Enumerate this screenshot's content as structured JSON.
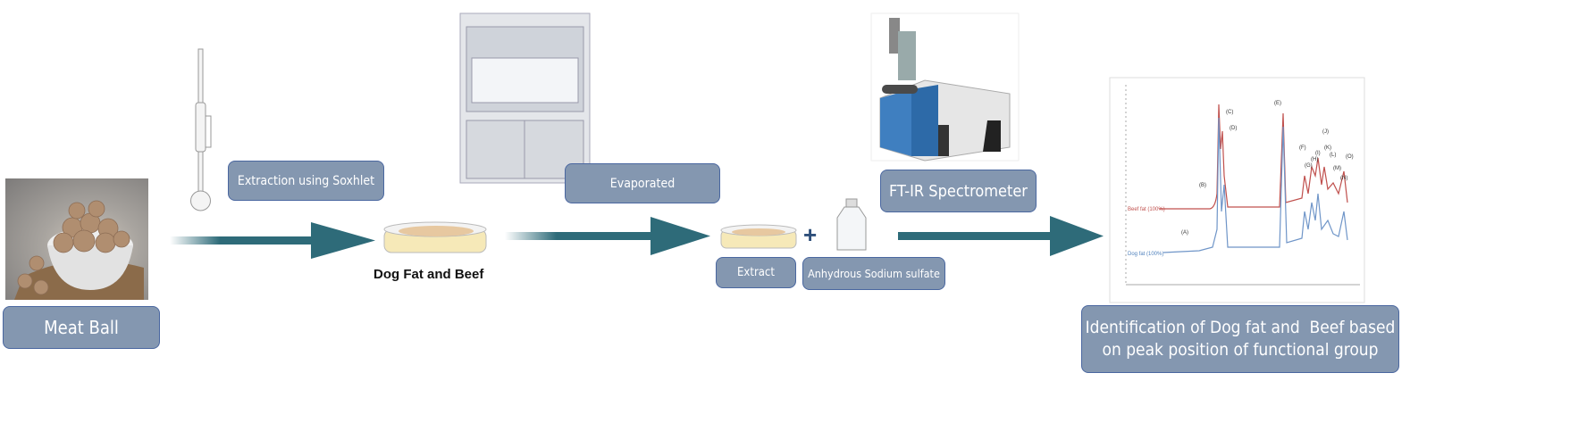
{
  "steps": {
    "meatball": {
      "label": "Meat Ball"
    },
    "extraction": {
      "label": "Extraction using Soxhlet"
    },
    "sample": {
      "label": "Dog Fat and Beef"
    },
    "evaporated": {
      "label": "Evaporated"
    },
    "extract": {
      "label": "Extract"
    },
    "drying_agent": {
      "label": "Anhydrous Sodium sulfate"
    },
    "spectrometer": {
      "label": "FT-IR Spectrometer"
    },
    "result": {
      "line1": "Identification of Dog fat and  Beef based",
      "line2": "on peak position of functional group"
    }
  },
  "plus_sign": "+",
  "spectrum": {
    "series": [
      {
        "name": "Beef fat (100%)",
        "color": "#c0504d"
      },
      {
        "name": "Dog fat (100%)",
        "color": "#4f81bd"
      }
    ],
    "peak_labels": [
      "(A)",
      "(B)",
      "(C)",
      "(D)",
      "(E)",
      "(F)",
      "(G)",
      "(H)",
      "(I)",
      "(J)",
      "(K)",
      "(L)",
      "(M)",
      "(N)",
      "(O)"
    ]
  },
  "colors": {
    "box_fill": "#8497b0",
    "box_border": "#4a67a0",
    "arrow": "#2e6b79"
  }
}
